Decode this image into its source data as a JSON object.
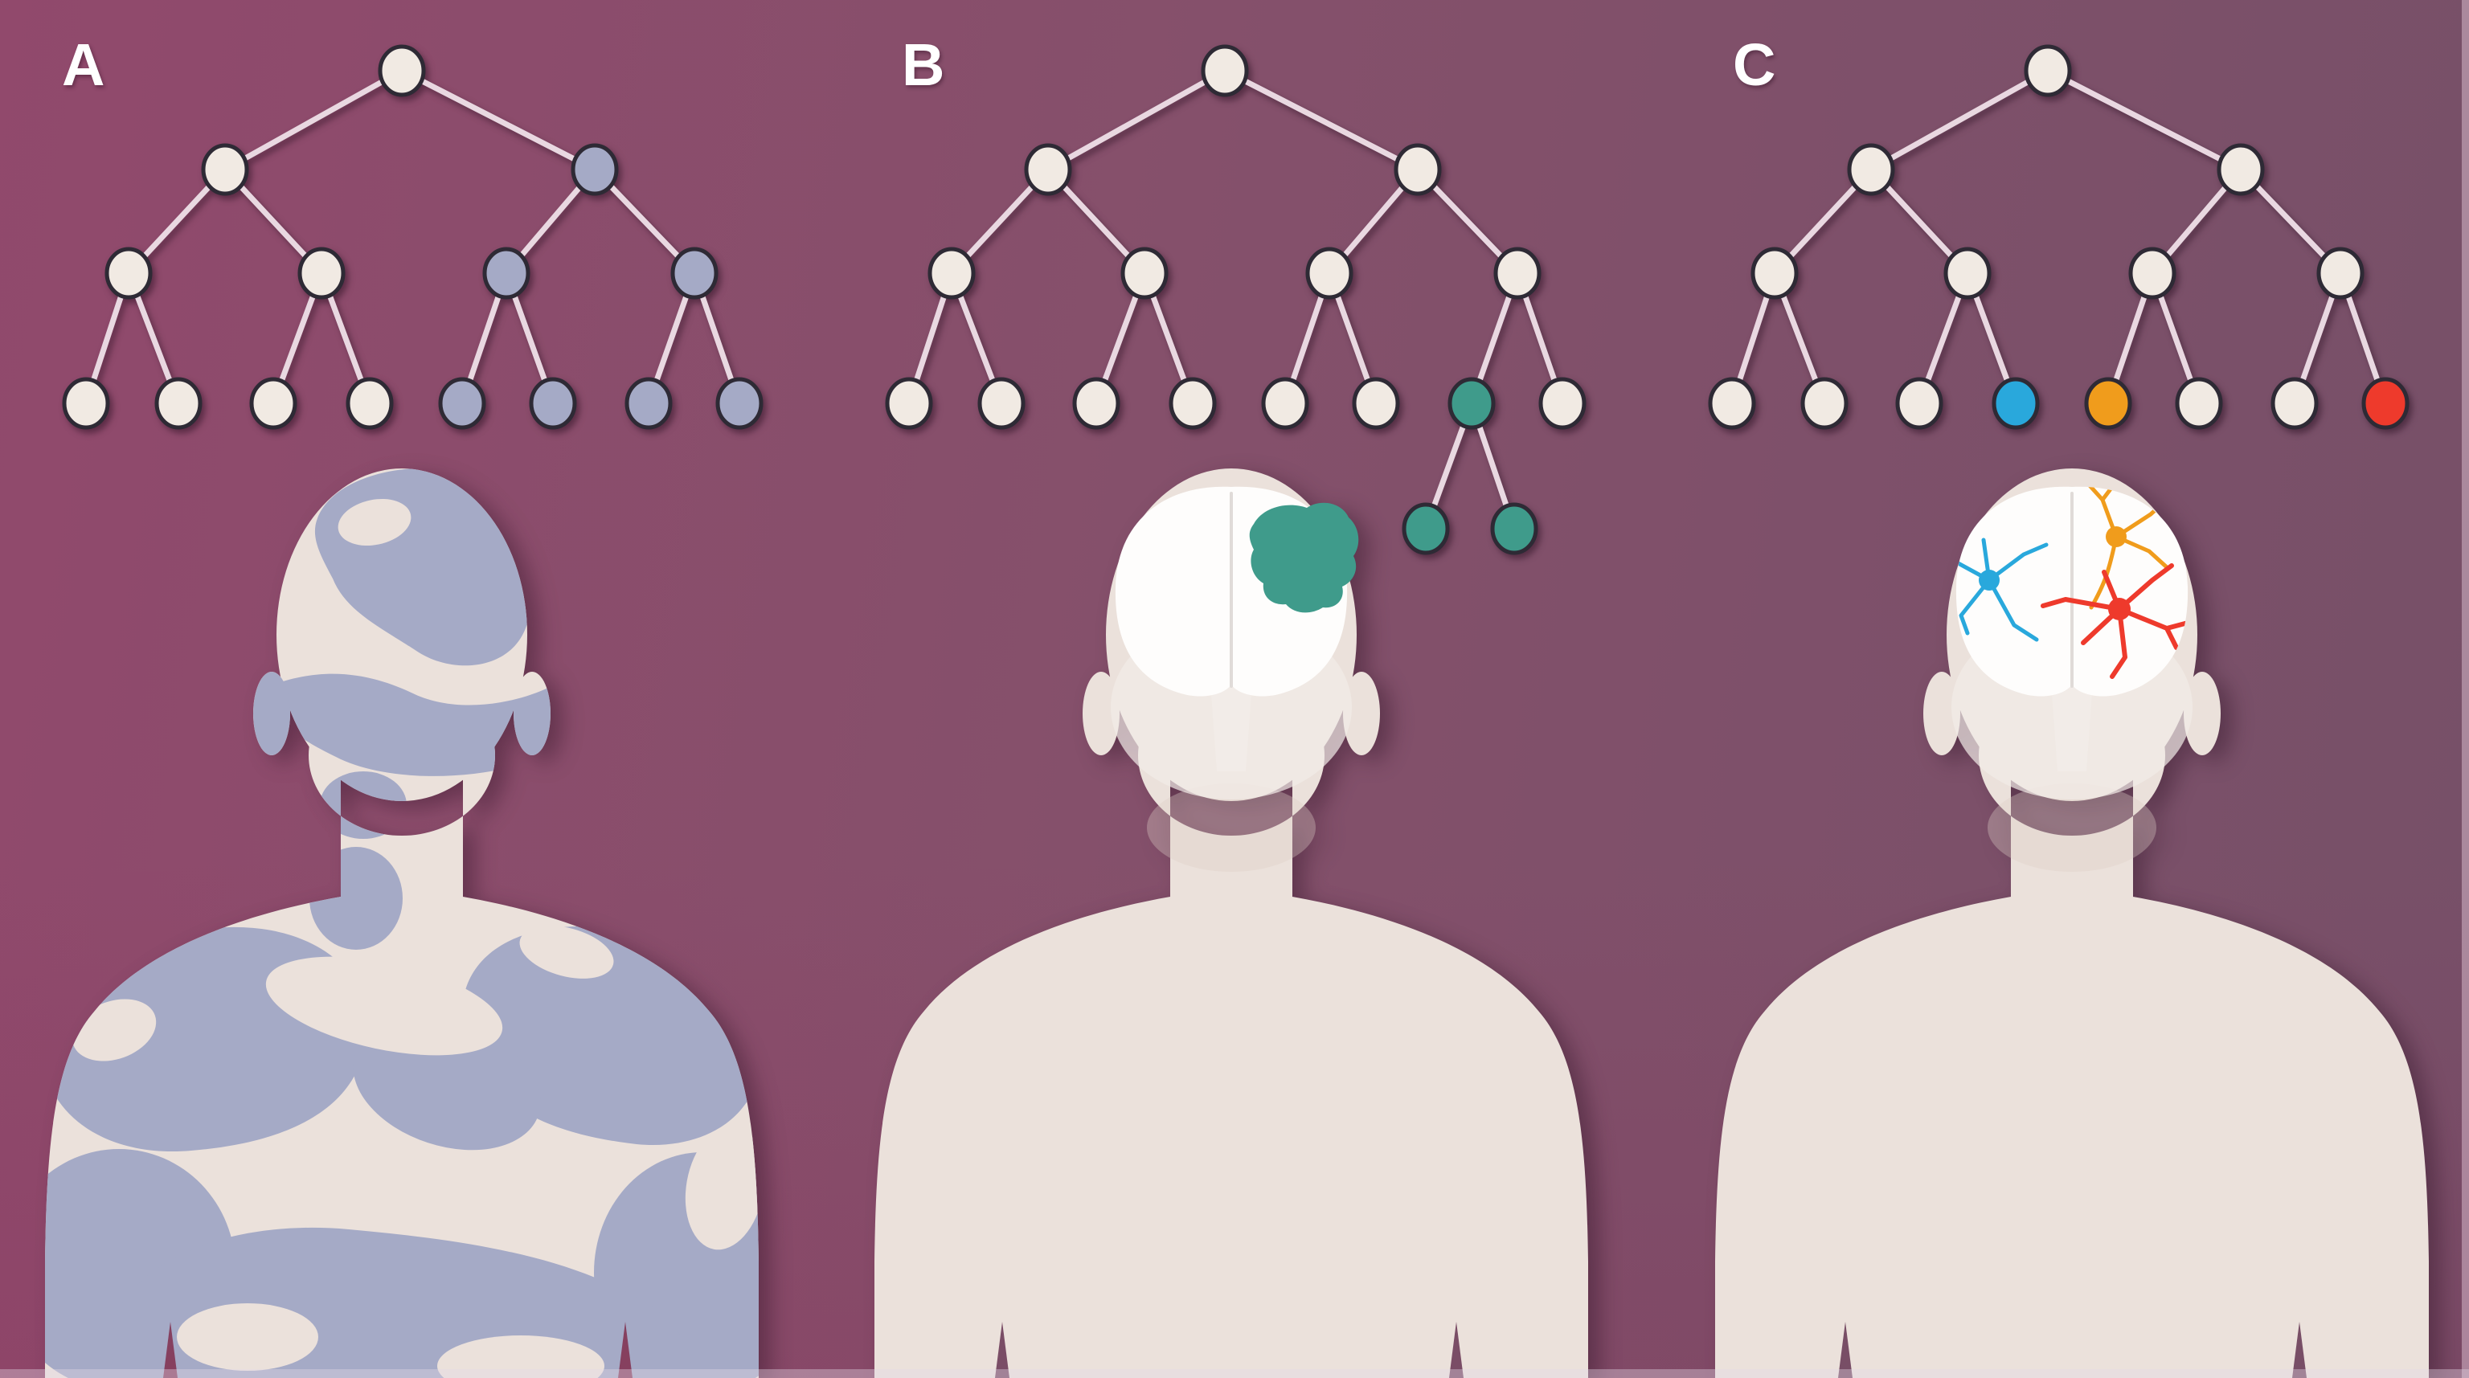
{
  "colors": {
    "bg_a": "#91496c",
    "bg_b": "#85506b",
    "bg_c": "#765068",
    "label_text": "#ffffff",
    "node_default": "#f1eae3",
    "node_outline": "#2e2a35",
    "edge_line": "#e9d8e1",
    "mosaic": "#a5aac6",
    "teal": "#3f9b8b",
    "neuron_blue": "#29a8dc",
    "neuron_orange": "#f09c1c",
    "neuron_red": "#ee3a2c",
    "body": "#ebe1db",
    "body_shade": "#ddcec7",
    "brain_white": "#fefdfc",
    "brain_lower": "#f2ece8",
    "fissure": "#e0dbd8",
    "notch_a": "#86405f",
    "notch_b": "#7a4d66",
    "notch_c": "#784e66"
  },
  "panels": [
    {
      "label": "A",
      "tree": {
        "levels": 4,
        "leaf_count": 8,
        "highlight_color": "mosaic",
        "highlighted_nodes": [
          "level2-right",
          "level3-node3",
          "level3-node4",
          "leaf-5",
          "leaf-6",
          "leaf-7",
          "leaf-8"
        ]
      },
      "figure": {
        "pattern": "body-wide mosaic patches",
        "pattern_color": "mosaic"
      }
    },
    {
      "label": "B",
      "tree": {
        "levels": 5,
        "leaf_count": 8,
        "highlight_color": "teal",
        "highlighted_nodes": [
          "leaf-7",
          "leaf-7-child-1",
          "leaf-7-child-2"
        ]
      },
      "figure": {
        "pattern": "focal brain lesion",
        "pattern_color": "teal"
      }
    },
    {
      "label": "C",
      "tree": {
        "levels": 4,
        "leaf_count": 8,
        "highlighted_nodes_multi": [
          {
            "node": "leaf-4",
            "color": "neuron_blue"
          },
          {
            "node": "leaf-5",
            "color": "neuron_orange"
          },
          {
            "node": "leaf-8",
            "color": "neuron_red"
          }
        ]
      },
      "figure": {
        "pattern": "scattered single mutant neurons",
        "pattern_colors": [
          "neuron_blue",
          "neuron_orange",
          "neuron_red"
        ]
      }
    }
  ]
}
